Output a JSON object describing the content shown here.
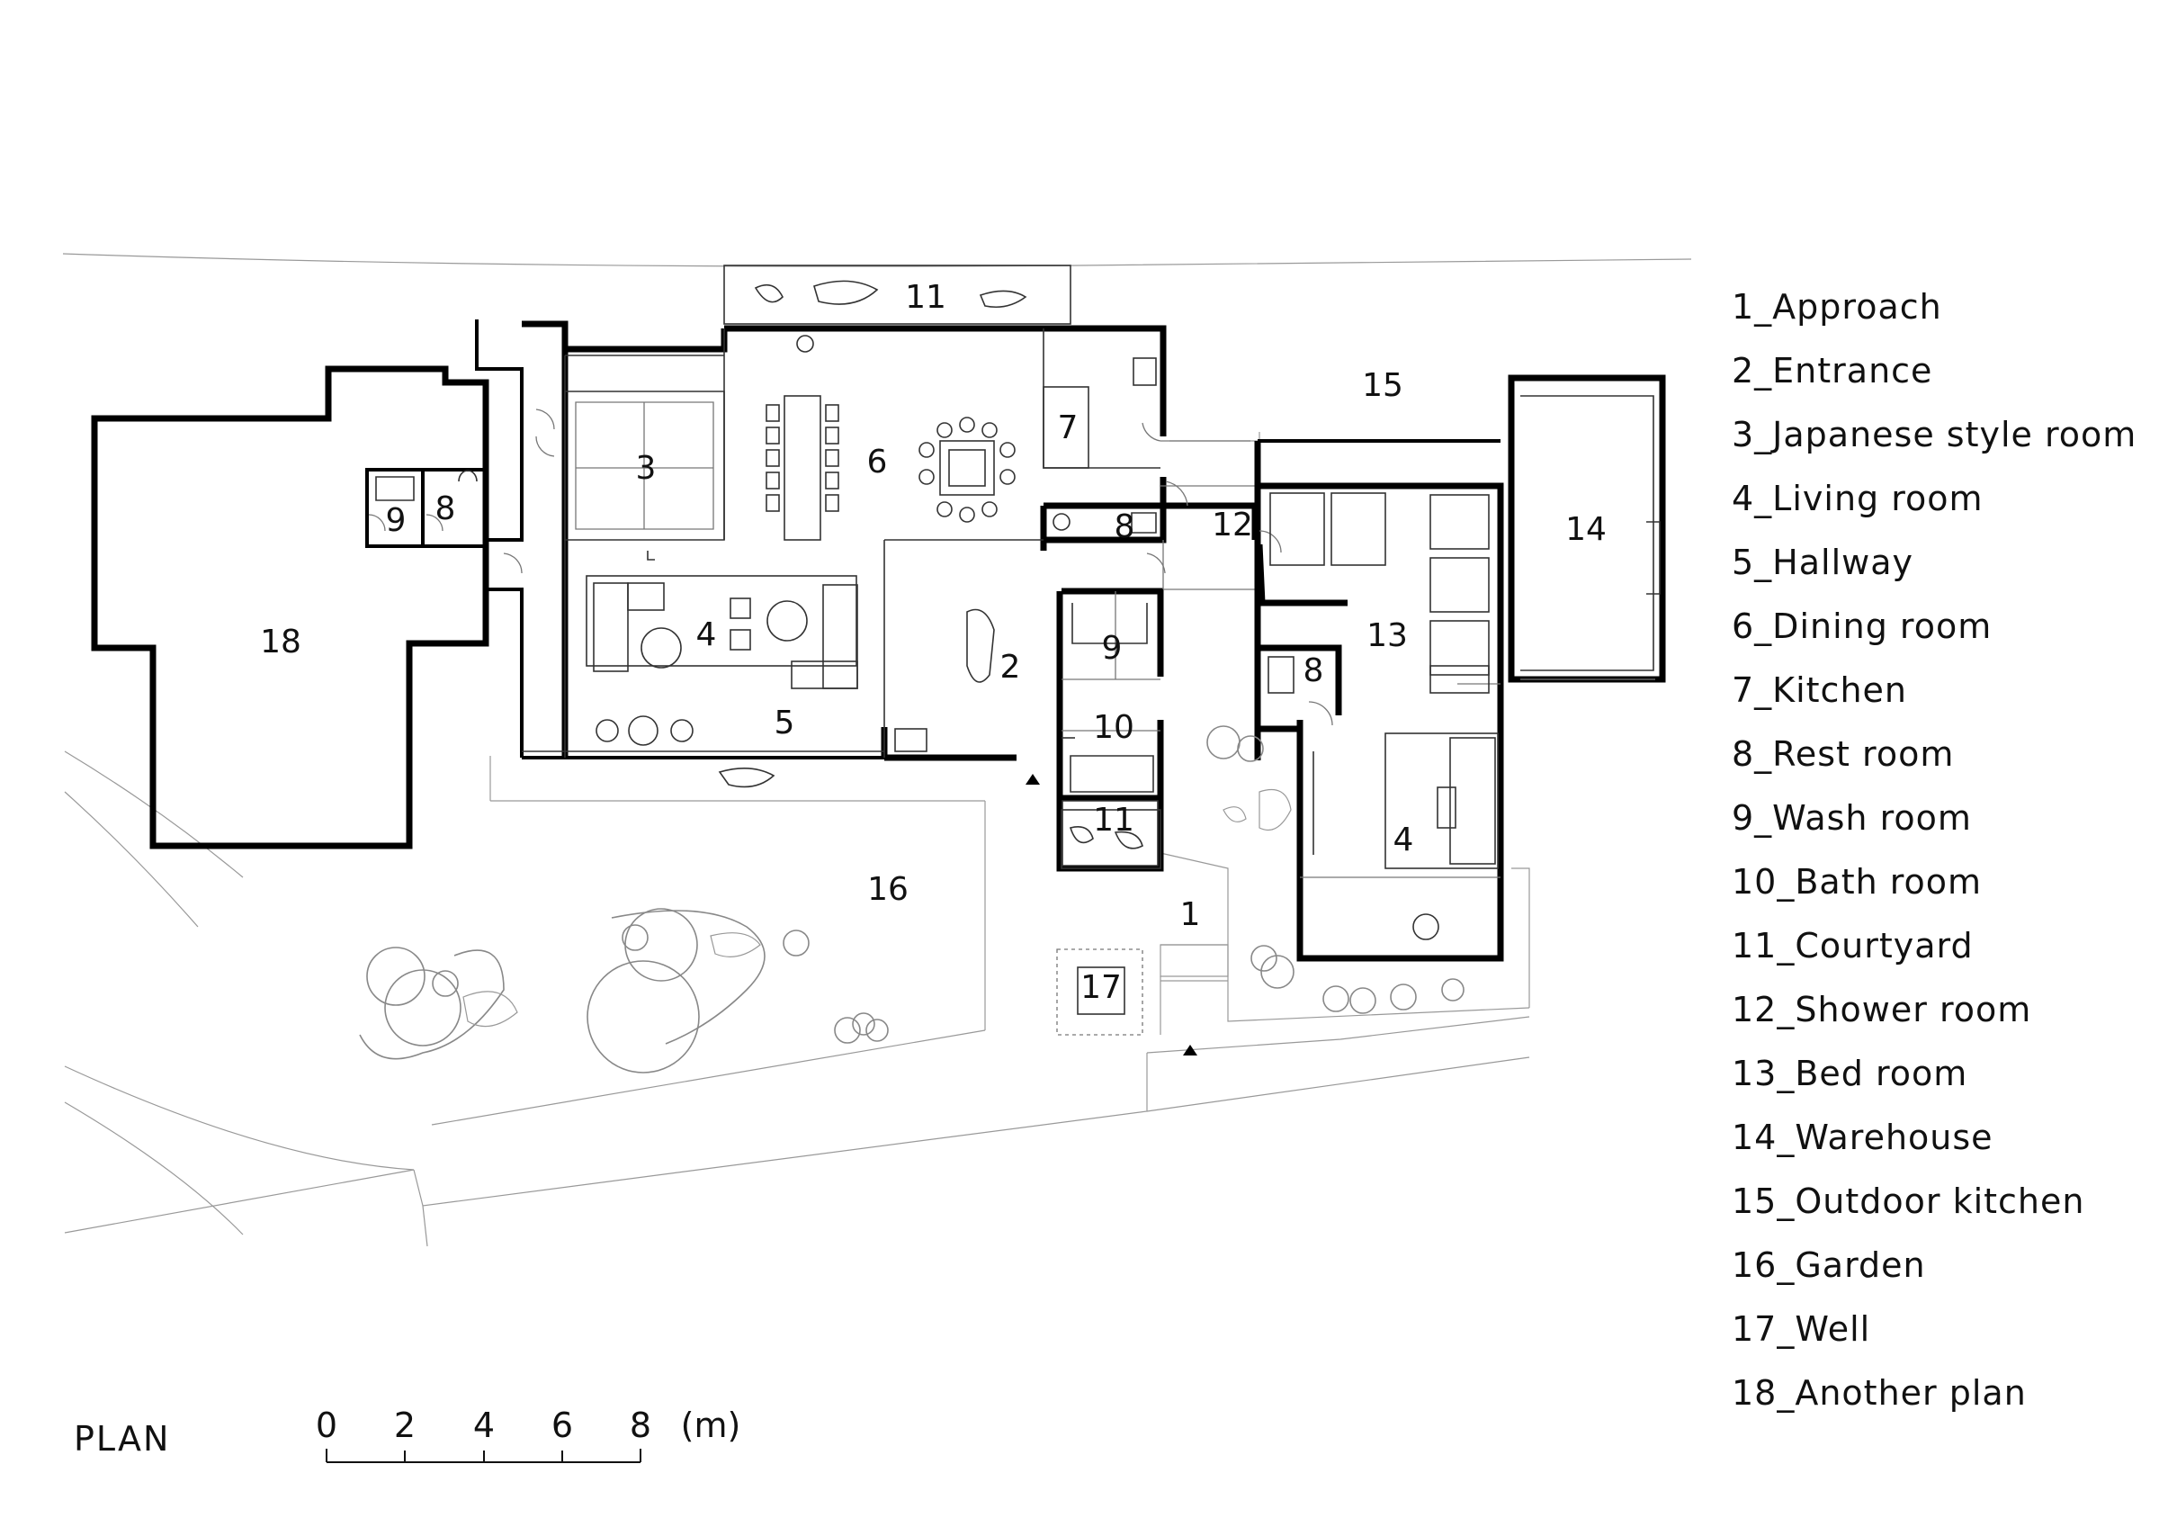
{
  "title": "PLAN",
  "legend": [
    "1_Approach",
    "2_Entrance",
    "3_Japanese style room",
    "4_Living room",
    "5_Hallway",
    "6_Dining room",
    "7_Kitchen",
    "8_Rest room",
    "9_Wash room",
    "10_Bath room",
    "11_Courtyard",
    "12_Shower room",
    "13_Bed room",
    "14_Warehouse",
    "15_Outdoor kitchen",
    "16_Garden",
    "17_Well",
    "18_Another plan"
  ],
  "rooms": {
    "approach": "1",
    "entrance": "2",
    "japanese_room": "3",
    "living_main": "4",
    "living_annex": "4",
    "hallway": "5",
    "dining": "6",
    "kitchen": "7",
    "rest_other": "8",
    "rest_main": "8",
    "rest_annex": "8",
    "wash_other": "9",
    "wash_main": "9",
    "bath": "10",
    "courtyard_north": "11",
    "courtyard_south": "11",
    "shower": "12",
    "bedroom": "13",
    "warehouse": "14",
    "outdoor_kitchen": "15",
    "garden": "16",
    "well": "17",
    "another_plan": "18"
  },
  "scale": {
    "ticks": [
      "0",
      "2",
      "4",
      "6",
      "8"
    ],
    "unit": "(m)"
  }
}
